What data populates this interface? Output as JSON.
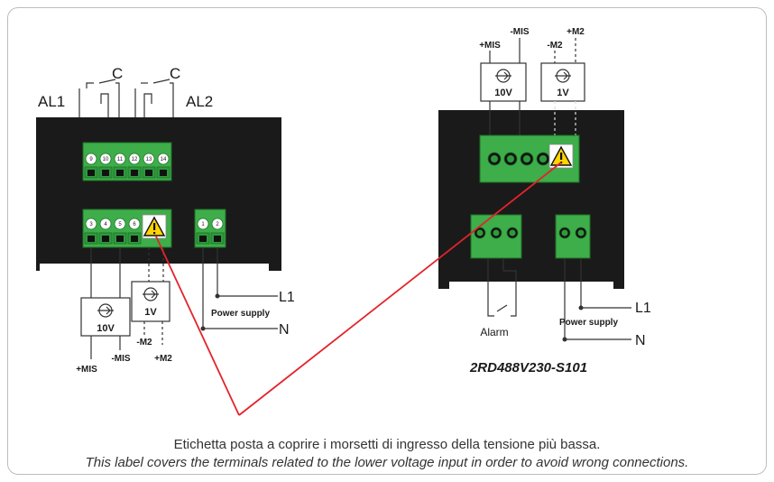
{
  "left_device": {
    "relay_labels": [
      "C",
      "C"
    ],
    "alarm_labels": [
      "AL1",
      "AL2"
    ],
    "top_terminals": [
      "9",
      "10",
      "11",
      "12",
      "13",
      "14"
    ],
    "bottom_terminals": [
      "3",
      "4",
      "5",
      "6"
    ],
    "power_terminals": [
      "1",
      "2"
    ],
    "meter_10v": "10V",
    "meter_1v": "1V",
    "plus_mis": "+MIS",
    "minus_mis": "-MIS",
    "minus_m2": "-M2",
    "plus_m2": "+M2",
    "l1": "L1",
    "n": "N",
    "power_supply": "Power supply"
  },
  "right_device": {
    "plus_mis": "+MIS",
    "minus_mis": "-MIS",
    "minus_m2": "-M2",
    "plus_m2": "+M2",
    "meter_10v": "10V",
    "meter_1v": "1V",
    "alarm": "Alarm",
    "l1": "L1",
    "n": "N",
    "power_supply": "Power supply",
    "model": "2RD488V230-S101"
  },
  "caption": {
    "italian": "Etichetta posta a coprire i morsetti di ingresso della tensione più bassa.",
    "english": "This label covers the terminals related to the lower voltage input in order to avoid wrong connections."
  },
  "colors": {
    "device_body": "#1a1a1a",
    "terminal_green": "#3dae49",
    "warning_yellow": "#ffd400",
    "callout_red": "#e3232a"
  }
}
